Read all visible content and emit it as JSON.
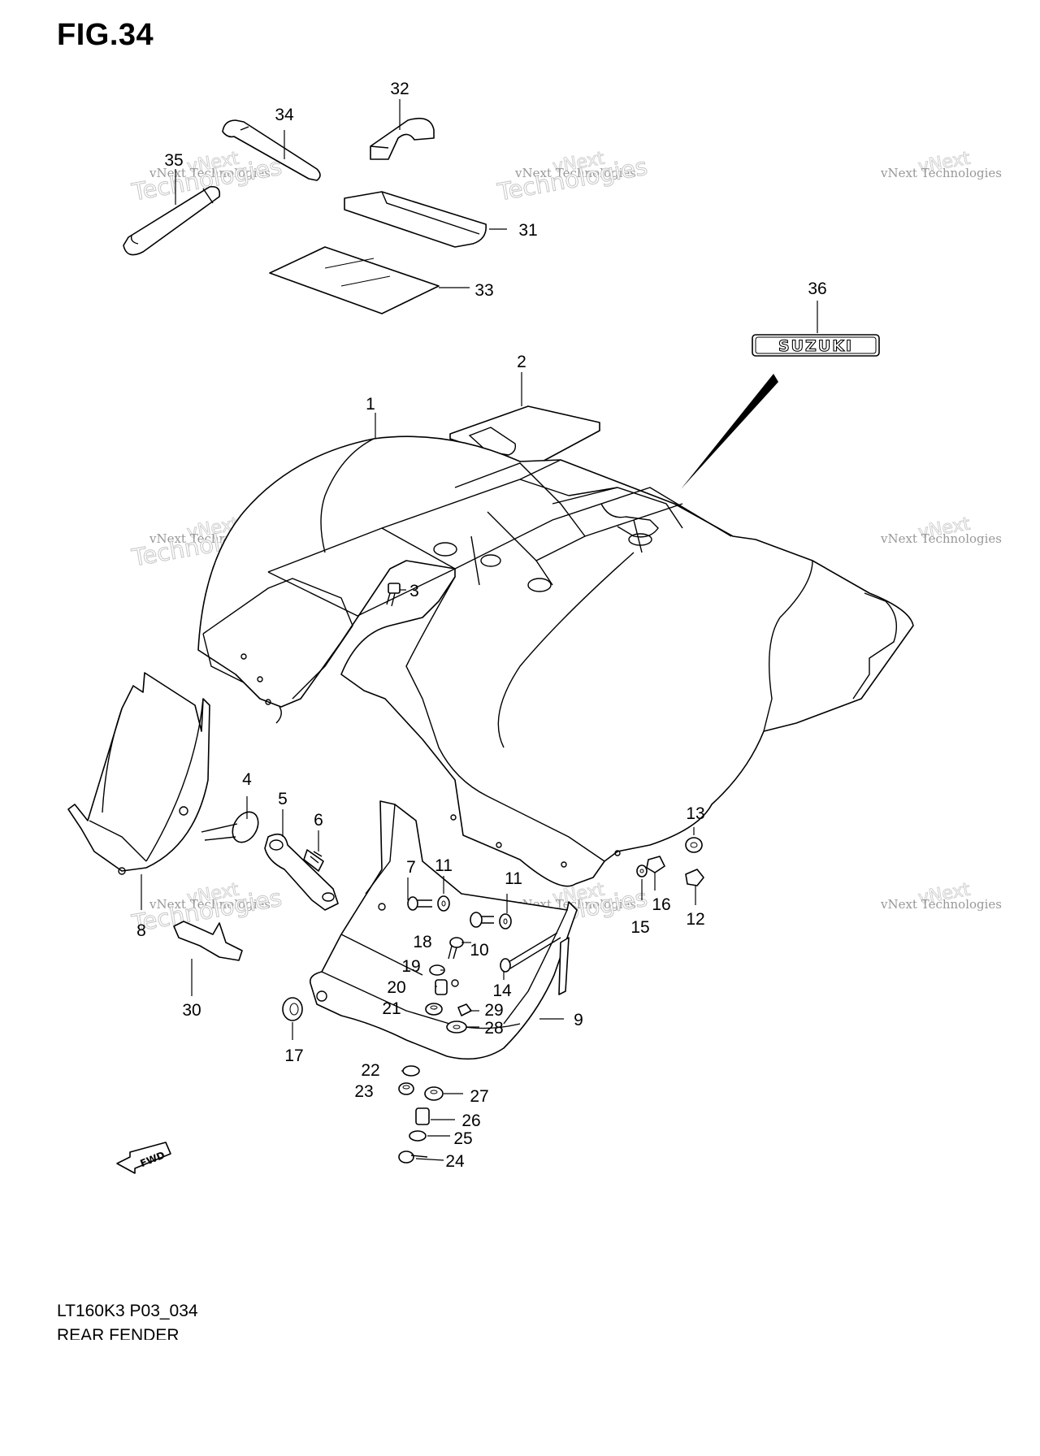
{
  "figure": {
    "title": "FIG.34",
    "code": "LT160K3 P03_034",
    "name": "REAR FENDER"
  },
  "watermark": {
    "line1": "vNext Technologies",
    "line2": "Technologies",
    "brand": "vNext"
  },
  "emblem_text": "SUZUKI",
  "direction_marker": "FWD",
  "callouts": [
    "1",
    "2",
    "3",
    "4",
    "5",
    "6",
    "7",
    "8",
    "9",
    "10",
    "11",
    "11",
    "12",
    "13",
    "14",
    "15",
    "16",
    "17",
    "18",
    "19",
    "20",
    "21",
    "22",
    "23",
    "24",
    "25",
    "26",
    "27",
    "28",
    "29",
    "30",
    "31",
    "32",
    "33",
    "34",
    "35",
    "36"
  ]
}
